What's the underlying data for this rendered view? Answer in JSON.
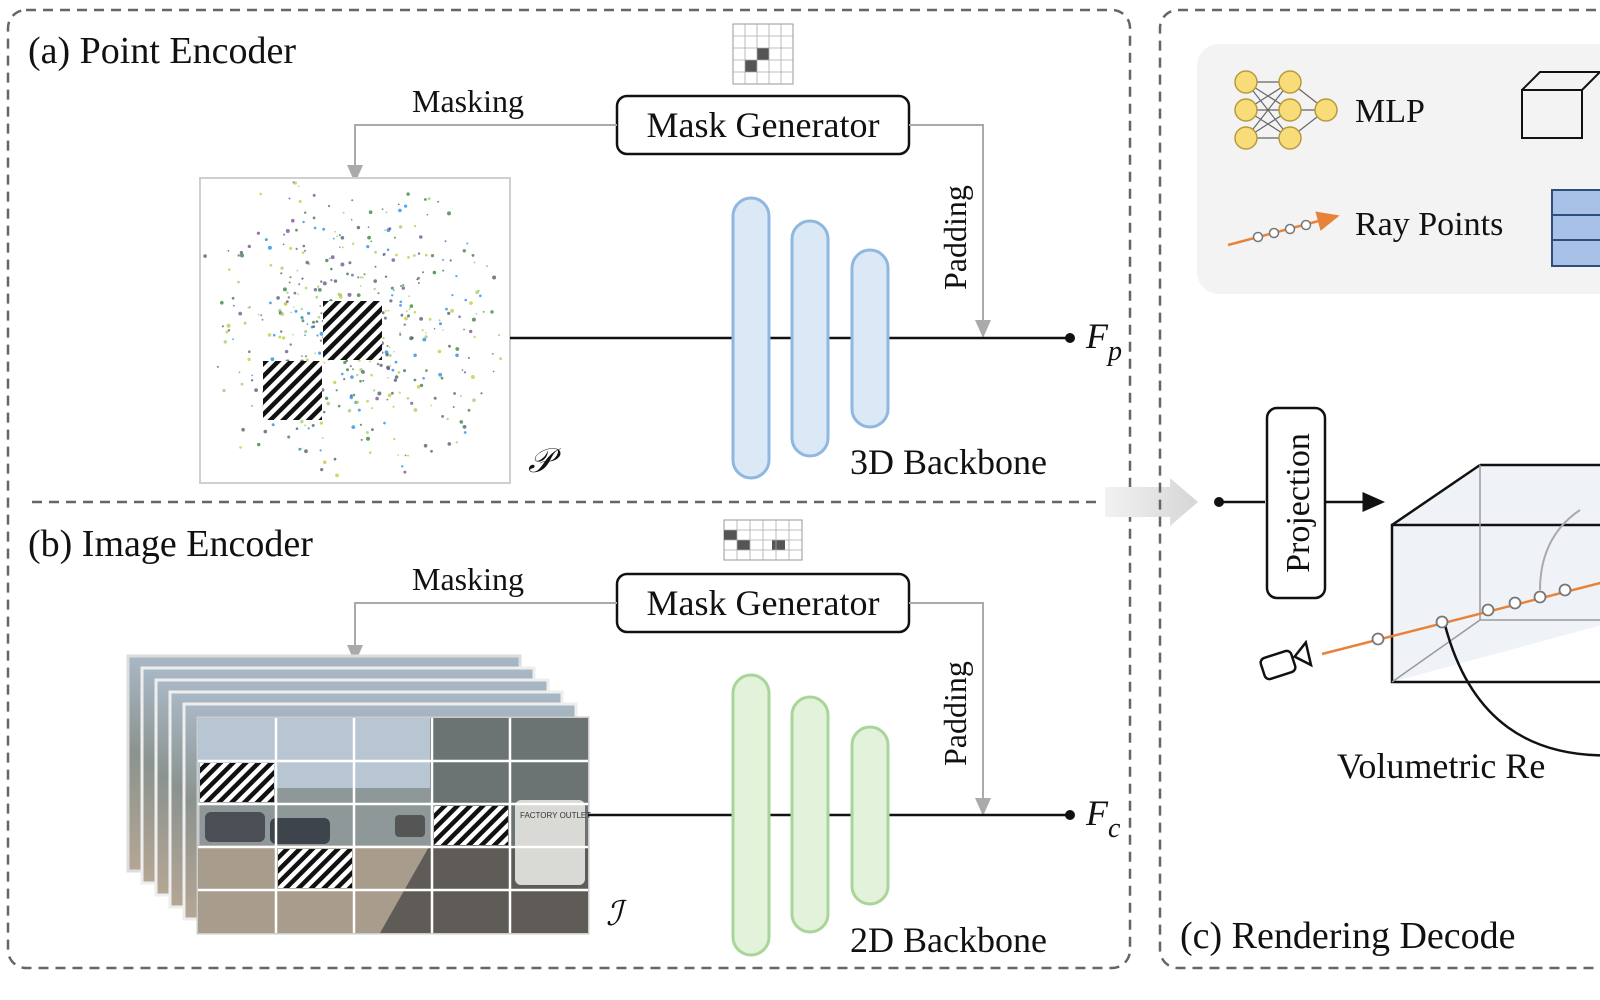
{
  "point_encoder": {
    "title": "(a) Point Encoder",
    "masking": "Masking",
    "mask_generator": "Mask Generator",
    "padding": "Padding",
    "backbone": "3D Backbone",
    "input_symbol": "𝒫",
    "feature_base": "F",
    "feature_sub": "p"
  },
  "image_encoder": {
    "title": "(b) Image Encoder",
    "masking": "Masking",
    "mask_generator": "Mask Generator",
    "padding": "Padding",
    "backbone": "2D Backbone",
    "input_symbol": "ℐ",
    "feature_base": "F",
    "feature_sub": "c",
    "image_sign": "FACTORY OUTLET"
  },
  "rendering_decoder": {
    "title": "(c) Rendering Decode",
    "legend_mlp": "MLP",
    "legend_ray": "Ray Points",
    "projection": "Projection",
    "volume_label": "Volumetric Re"
  },
  "colors": {
    "blue_backbone_fill": "#dbe8f6",
    "blue_backbone_stroke": "#8fb7e0",
    "green_backbone_fill": "#e3f2da",
    "green_backbone_stroke": "#a9d59a",
    "ray_orange": "#e8823a",
    "mlp_yellow": "#f9dc7a",
    "dash_border": "#666666",
    "arrow_gray": "#aaaaaa"
  }
}
